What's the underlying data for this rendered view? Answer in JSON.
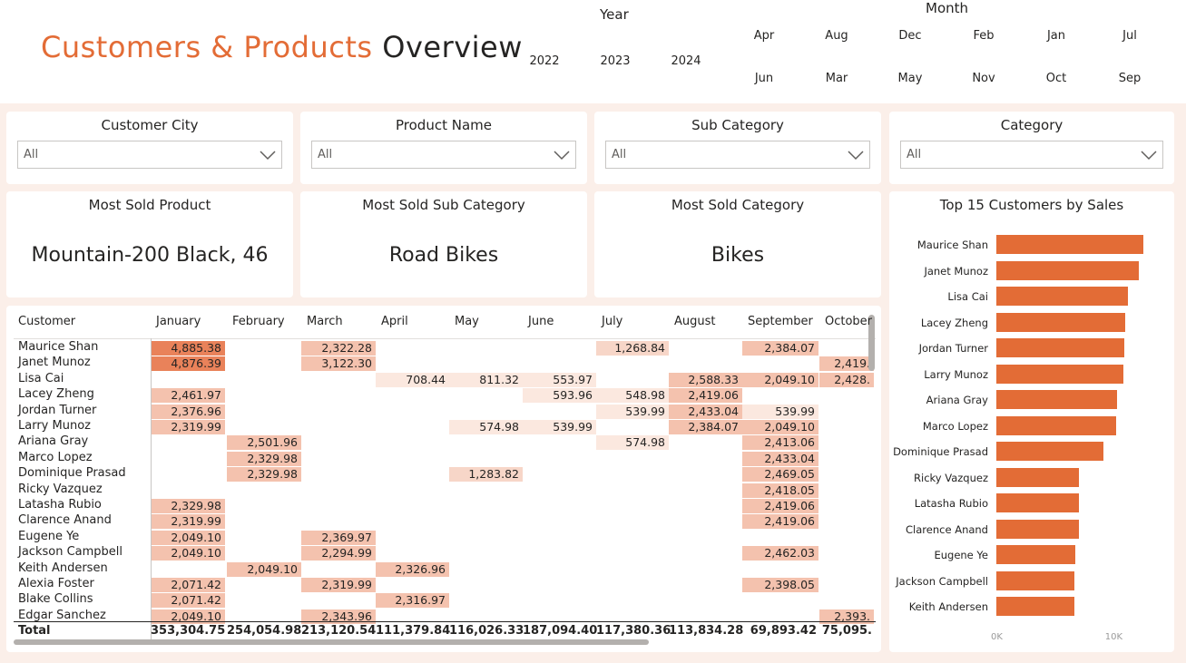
{
  "header": {
    "title_part1": "Customers & Products",
    "title_part2": "Overview",
    "year_label": "Year",
    "years": [
      "2022",
      "2023",
      "2024"
    ],
    "month_label": "Month",
    "months_row1": [
      "Apr",
      "Aug",
      "Dec",
      "Feb",
      "Jan",
      "Jul"
    ],
    "months_row2": [
      "Jun",
      "Mar",
      "May",
      "Nov",
      "Oct",
      "Sep"
    ]
  },
  "filters": [
    {
      "label": "Customer City",
      "value": "All"
    },
    {
      "label": "Product Name",
      "value": "All"
    },
    {
      "label": "Sub Category",
      "value": "All"
    },
    {
      "label": "Category",
      "value": "All"
    }
  ],
  "kpis": [
    {
      "label": "Most Sold Product",
      "value": "Mountain-200 Black, 46"
    },
    {
      "label": "Most Sold Sub Category",
      "value": "Road Bikes"
    },
    {
      "label": "Most Sold Category",
      "value": "Bikes"
    }
  ],
  "matrix": {
    "corner": "Customer",
    "columns": [
      "January",
      "February",
      "March",
      "April",
      "May",
      "June",
      "July",
      "August",
      "September",
      "October"
    ],
    "rows": [
      {
        "name": "Maurice Shan",
        "cells": [
          "4,885.38",
          "",
          "2,322.28",
          "",
          "",
          "",
          "1,268.84",
          "",
          "2,384.07",
          ""
        ]
      },
      {
        "name": "Janet Munoz",
        "cells": [
          "4,876.39",
          "",
          "3,122.30",
          "",
          "",
          "",
          "",
          "",
          "",
          "2,419."
        ]
      },
      {
        "name": "Lisa Cai",
        "cells": [
          "",
          "",
          "",
          "708.44",
          "811.32",
          "553.97",
          "",
          "2,588.33",
          "2,049.10",
          "2,428."
        ]
      },
      {
        "name": "Lacey Zheng",
        "cells": [
          "2,461.97",
          "",
          "",
          "",
          "",
          "593.96",
          "548.98",
          "2,419.06",
          "",
          ""
        ]
      },
      {
        "name": "Jordan Turner",
        "cells": [
          "2,376.96",
          "",
          "",
          "",
          "",
          "",
          "539.99",
          "2,433.04",
          "539.99",
          ""
        ]
      },
      {
        "name": "Larry Munoz",
        "cells": [
          "2,319.99",
          "",
          "",
          "",
          "574.98",
          "539.99",
          "",
          "2,384.07",
          "2,049.10",
          ""
        ]
      },
      {
        "name": "Ariana Gray",
        "cells": [
          "",
          "2,501.96",
          "",
          "",
          "",
          "",
          "574.98",
          "",
          "2,413.06",
          ""
        ]
      },
      {
        "name": "Marco Lopez",
        "cells": [
          "",
          "2,329.98",
          "",
          "",
          "",
          "",
          "",
          "",
          "2,433.04",
          ""
        ]
      },
      {
        "name": "Dominique Prasad",
        "cells": [
          "",
          "2,329.98",
          "",
          "",
          "1,283.82",
          "",
          "",
          "",
          "2,469.05",
          ""
        ]
      },
      {
        "name": "Ricky Vazquez",
        "cells": [
          "",
          "",
          "",
          "",
          "",
          "",
          "",
          "",
          "2,418.05",
          ""
        ]
      },
      {
        "name": "Latasha Rubio",
        "cells": [
          "2,329.98",
          "",
          "",
          "",
          "",
          "",
          "",
          "",
          "2,419.06",
          ""
        ]
      },
      {
        "name": "Clarence Anand",
        "cells": [
          "2,319.99",
          "",
          "",
          "",
          "",
          "",
          "",
          "",
          "2,419.06",
          ""
        ]
      },
      {
        "name": "Eugene Ye",
        "cells": [
          "2,049.10",
          "",
          "2,369.97",
          "",
          "",
          "",
          "",
          "",
          "",
          ""
        ]
      },
      {
        "name": "Jackson Campbell",
        "cells": [
          "2,049.10",
          "",
          "2,294.99",
          "",
          "",
          "",
          "",
          "",
          "2,462.03",
          ""
        ]
      },
      {
        "name": "Keith Andersen",
        "cells": [
          "",
          "2,049.10",
          "",
          "2,326.96",
          "",
          "",
          "",
          "",
          "",
          ""
        ]
      },
      {
        "name": "Alexia Foster",
        "cells": [
          "2,071.42",
          "",
          "2,319.99",
          "",
          "",
          "",
          "",
          "",
          "2,398.05",
          ""
        ]
      },
      {
        "name": "Blake Collins",
        "cells": [
          "2,071.42",
          "",
          "",
          "2,316.97",
          "",
          "",
          "",
          "",
          "",
          ""
        ]
      },
      {
        "name": "Edgar Sanchez",
        "cells": [
          "2,049.10",
          "",
          "2,343.96",
          "",
          "",
          "",
          "",
          "",
          "",
          "2,393."
        ]
      }
    ],
    "total_label": "Total",
    "totals": [
      "353,304.75",
      "254,054.98",
      "213,120.54",
      "111,379.84",
      "116,026.33",
      "187,094.40",
      "117,380.36",
      "113,834.28",
      "69,893.42",
      "75,095."
    ]
  },
  "chart_data": {
    "type": "bar",
    "orientation": "horizontal",
    "title": "Top 15 Customers by Sales",
    "categories": [
      "Maurice Shan",
      "Janet Munoz",
      "Lisa Cai",
      "Lacey Zheng",
      "Jordan Turner",
      "Larry Munoz",
      "Ariana Gray",
      "Marco Lopez",
      "Dominique Prasad",
      "Ricky Vazquez",
      "Latasha Rubio",
      "Clarence Anand",
      "Eugene Ye",
      "Jackson Campbell",
      "Keith Andersen"
    ],
    "values": [
      12900,
      12500,
      11500,
      11300,
      11200,
      11100,
      10600,
      10500,
      9400,
      7200,
      7200,
      7200,
      6900,
      6850,
      6800
    ],
    "xticks": [
      "0K",
      "10K"
    ],
    "xlim": [
      0,
      13200
    ],
    "color": "#e36c36",
    "grid": false
  },
  "colors": {
    "accent": "#e36c36",
    "background": "#fbefe9",
    "card": "#ffffff"
  }
}
